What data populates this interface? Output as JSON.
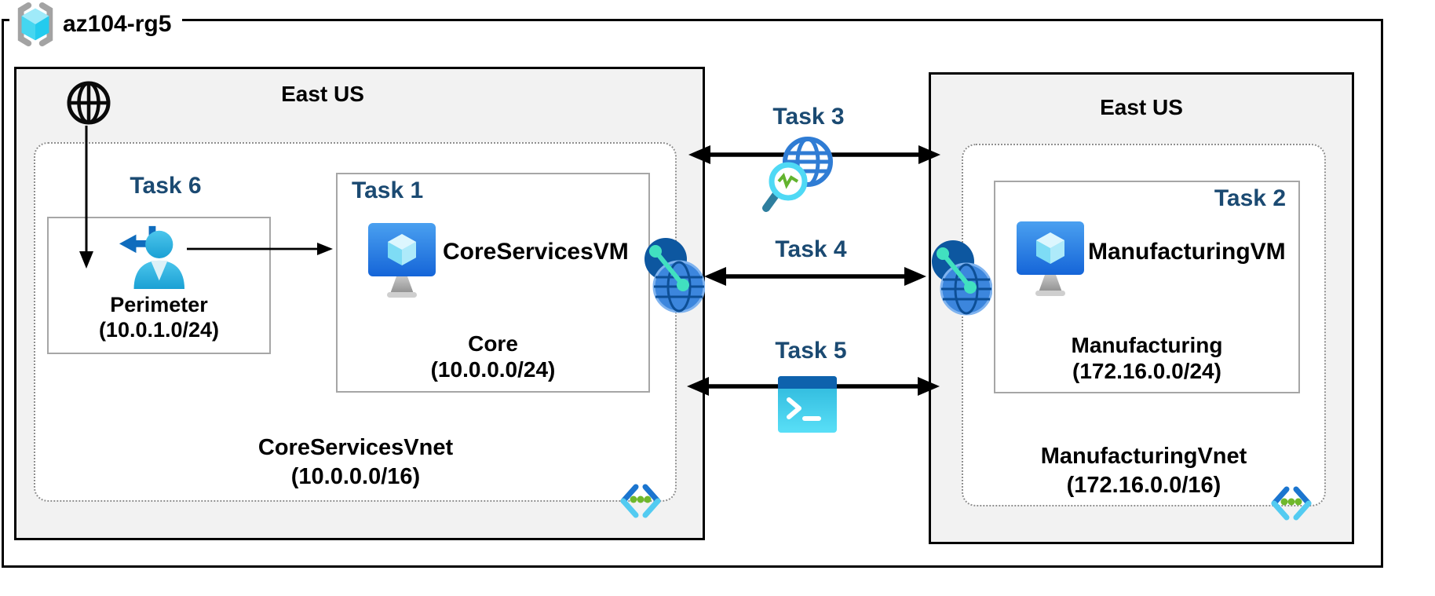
{
  "diagram": {
    "resource_group": {
      "name": "az104-rg5"
    },
    "left_region": {
      "location": "East US",
      "task6_label": "Task 6",
      "perimeter_subnet": {
        "name": "Perimeter",
        "cidr": "(10.0.1.0/24)"
      },
      "task1_label": "Task 1",
      "vm_name": "CoreServicesVM",
      "core_subnet": {
        "name": "Core",
        "cidr": "(10.0.0.0/24)"
      },
      "vnet": {
        "name": "CoreServicesVnet",
        "cidr": "(10.0.0.0/16)"
      }
    },
    "right_region": {
      "location": "East US",
      "task2_label": "Task 2",
      "vm_name": "ManufacturingVM",
      "mfg_subnet": {
        "name": "Manufacturing",
        "cidr": "(172.16.0.0/24)"
      },
      "vnet": {
        "name": "ManufacturingVnet",
        "cidr": "(172.16.0.0/16)"
      }
    },
    "connections": {
      "task3_label": "Task 3",
      "task4_label": "Task 4",
      "task5_label": "Task 5"
    },
    "icons": {
      "resource_group": "resource-group-icon",
      "internet": "globe-icon",
      "guest_user": "guest-user-icon",
      "virtual_machine": "virtual-machine-icon",
      "virtual_network": "virtual-network-icon",
      "vnet_peering": "vnet-peering-icon",
      "network_watcher": "network-watcher-icon",
      "cloud_shell": "cloud-shell-icon"
    },
    "colors": {
      "task_label": "#1b4a72",
      "region_fill": "#f2f2f2",
      "region_border": "#000000",
      "sub_box_border": "#a6a6a6",
      "dotted_border": "#8f8f8f",
      "arrow": "#000000",
      "azure_blue": "#1b75cf",
      "azure_dark_blue": "#0d57a0",
      "azure_cyan": "#53cbf1",
      "vm_gradient_top": "#4aa0f0",
      "vm_gradient_bottom": "#1565d8",
      "green_dot": "#6fb82c",
      "teal_link": "#41e0c0",
      "shell_top": "#0e62ad",
      "shell_body": "#3cc7e8"
    }
  }
}
